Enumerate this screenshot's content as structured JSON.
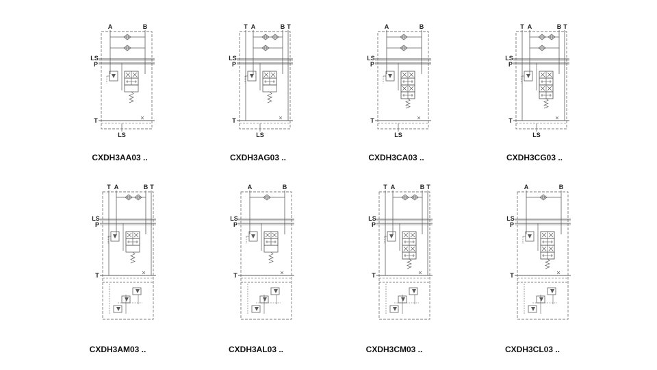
{
  "colors": {
    "line": "#5a5a5a",
    "frame": "#7a7a7a",
    "background": "#ffffff",
    "text": "#111111"
  },
  "labels": {
    "port_A": "A",
    "port_B": "B",
    "port_T": "T",
    "port_LS": "LS",
    "port_P": "P"
  },
  "diagrams": [
    {
      "caption": "CXDH3AA03 ..",
      "variant": "AA",
      "ports_top": [
        "A",
        "B"
      ],
      "has_bottom_ls": true,
      "has_lower_section": false
    },
    {
      "caption": "CXDH3AG03 ..",
      "variant": "AG",
      "ports_top": [
        "T",
        "A",
        "B",
        "T"
      ],
      "has_bottom_ls": true,
      "has_lower_section": false
    },
    {
      "caption": "CXDH3CA03 ..",
      "variant": "CA",
      "ports_top": [
        "A",
        "B"
      ],
      "has_bottom_ls": true,
      "has_lower_section": false
    },
    {
      "caption": "CXDH3CG03 ..",
      "variant": "CG",
      "ports_top": [
        "T",
        "A",
        "B",
        "T"
      ],
      "has_bottom_ls": true,
      "has_lower_section": false
    },
    {
      "caption": "CXDH3AM03 ..",
      "variant": "AM",
      "ports_top": [
        "T",
        "A",
        "B",
        "T"
      ],
      "has_bottom_ls": false,
      "has_lower_section": true
    },
    {
      "caption": "CXDH3AL03 ..",
      "variant": "AL",
      "ports_top": [
        "A",
        "B"
      ],
      "has_bottom_ls": false,
      "has_lower_section": true
    },
    {
      "caption": "CXDH3CM03 ..",
      "variant": "CM",
      "ports_top": [
        "T",
        "A",
        "B",
        "T"
      ],
      "has_bottom_ls": false,
      "has_lower_section": true
    },
    {
      "caption": "CXDH3CL03 ..",
      "variant": "CL",
      "ports_top": [
        "A",
        "B"
      ],
      "has_bottom_ls": false,
      "has_lower_section": true
    }
  ]
}
